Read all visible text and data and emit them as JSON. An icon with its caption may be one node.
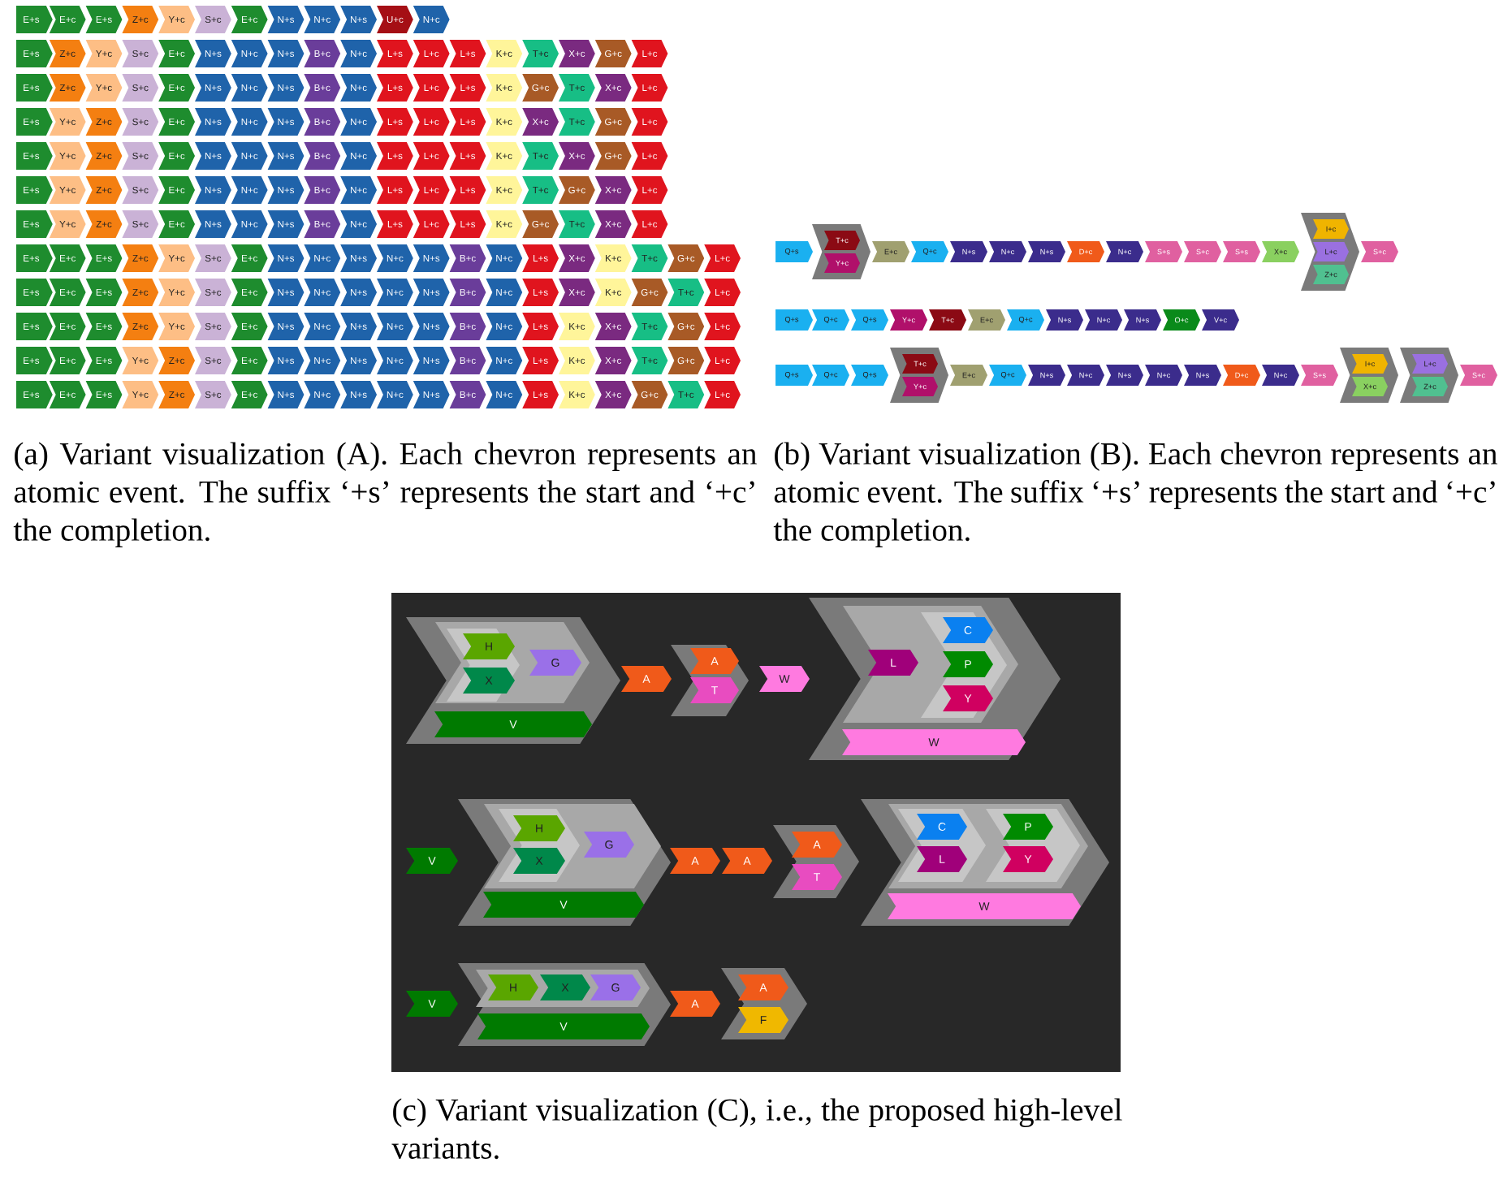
{
  "diagram": {
    "nodes": [
      {
        "text": [
          "E+s"
        ]
      },
      {
        "text": [
          "E+c"
        ]
      },
      {
        "text": [
          "E+s"
        ]
      },
      {
        "text": [
          "Z+c"
        ]
      },
      {
        "text": [
          "Y+c"
        ]
      },
      {
        "text": [
          "S+c"
        ]
      },
      {
        "text": [
          "E+c"
        ]
      },
      {
        "text": [
          "N+s"
        ]
      },
      {
        "text": [
          "N+c"
        ]
      },
      {
        "text": [
          "N+s"
        ]
      },
      {
        "text": [
          "U+c"
        ]
      },
      {
        "text": [
          "N+c"
        ]
      },
      {
        "text": [
          "E+s"
        ]
      },
      {
        "text": [
          "Z+c"
        ]
      },
      {
        "text": [
          "Y+c"
        ]
      },
      {
        "text": [
          "S+c"
        ]
      },
      {
        "text": [
          "E+c"
        ]
      },
      {
        "text": [
          "N+s"
        ]
      },
      {
        "text": [
          "N+c"
        ]
      },
      {
        "text": [
          "N+s"
        ]
      },
      {
        "text": [
          "B+c"
        ]
      },
      {
        "text": [
          "N+c"
        ]
      },
      {
        "text": [
          "L+s"
        ]
      },
      {
        "text": [
          "L+c"
        ]
      },
      {
        "text": [
          "L+s"
        ]
      },
      {
        "text": [
          "K+c"
        ]
      },
      {
        "text": [
          "T+c"
        ]
      },
      {
        "text": [
          "X+c"
        ]
      },
      {
        "text": [
          "G+c"
        ]
      },
      {
        "text": [
          "L+c"
        ]
      },
      {
        "text": [
          "E+s"
        ]
      },
      {
        "text": [
          "Z+c"
        ]
      },
      {
        "text": [
          "Y+c"
        ]
      },
      {
        "text": [
          "S+c"
        ]
      },
      {
        "text": [
          "E+c"
        ]
      },
      {
        "text": [
          "N+s"
        ]
      },
      {
        "text": [
          "N+c"
        ]
      },
      {
        "text": [
          "N+s"
        ]
      },
      {
        "text": [
          "B+c"
        ]
      },
      {
        "text": [
          "N+c"
        ]
      },
      {
        "text": [
          "L+s"
        ]
      },
      {
        "text": [
          "L+c"
        ]
      },
      {
        "text": [
          "L+s"
        ]
      },
      {
        "text": [
          "K+c"
        ]
      },
      {
        "text": [
          "G+c"
        ]
      },
      {
        "text": [
          "T+c"
        ]
      },
      {
        "text": [
          "X+c"
        ]
      },
      {
        "text": [
          "L+c"
        ]
      },
      {
        "text": [
          "E+s"
        ]
      },
      {
        "text": [
          "Y+c"
        ]
      },
      {
        "text": [
          "Z+c"
        ]
      },
      {
        "text": [
          "S+c"
        ]
      },
      {
        "text": [
          "E+c"
        ]
      },
      {
        "text": [
          "N+s"
        ]
      },
      {
        "text": [
          "N+c"
        ]
      },
      {
        "text": [
          "N+s"
        ]
      },
      {
        "text": [
          "B+c"
        ]
      },
      {
        "text": [
          "N+c"
        ]
      },
      {
        "text": [
          "L+s"
        ]
      },
      {
        "text": [
          "L+c"
        ]
      },
      {
        "text": [
          "L+s"
        ]
      },
      {
        "text": [
          "K+c"
        ]
      },
      {
        "text": [
          "X+c"
        ]
      },
      {
        "text": [
          "T+c"
        ]
      },
      {
        "text": [
          "G+c"
        ]
      },
      {
        "text": [
          "L+c"
        ]
      },
      {
        "text": [
          "E+s"
        ]
      },
      {
        "text": [
          "Y+c"
        ]
      },
      {
        "text": [
          "Z+c"
        ]
      },
      {
        "text": [
          "S+c"
        ]
      },
      {
        "text": [
          "E+c"
        ]
      },
      {
        "text": [
          "N+s"
        ]
      },
      {
        "text": [
          "N+c"
        ]
      },
      {
        "text": [
          "N+s"
        ]
      },
      {
        "text": [
          "B+c"
        ]
      },
      {
        "text": [
          "N+c"
        ]
      },
      {
        "text": [
          "L+s"
        ]
      },
      {
        "text": [
          "L+c"
        ]
      },
      {
        "text": [
          "L+s"
        ]
      },
      {
        "text": [
          "K+c"
        ]
      },
      {
        "text": [
          "T+c"
        ]
      },
      {
        "text": [
          "X+c"
        ]
      },
      {
        "text": [
          "G+c"
        ]
      },
      {
        "text": [
          "L+c"
        ]
      },
      {
        "text": [
          "E+s"
        ]
      },
      {
        "text": [
          "Y+c"
        ]
      },
      {
        "text": [
          "Z+c"
        ]
      },
      {
        "text": [
          "S+c"
        ]
      },
      {
        "text": [
          "E+c"
        ]
      },
      {
        "text": [
          "N+s"
        ]
      },
      {
        "text": [
          "N+c"
        ]
      },
      {
        "text": [
          "N+s"
        ]
      },
      {
        "text": [
          "B+c"
        ]
      },
      {
        "text": [
          "N+c"
        ]
      },
      {
        "text": [
          "L+s"
        ]
      },
      {
        "text": [
          "L+c"
        ]
      },
      {
        "text": [
          "L+s"
        ]
      },
      {
        "text": [
          "K+c"
        ]
      },
      {
        "text": [
          "T+c"
        ]
      },
      {
        "text": [
          "G+c"
        ]
      },
      {
        "text": [
          "X+c"
        ]
      },
      {
        "text": [
          "L+c"
        ]
      },
      {
        "text": [
          "E+s"
        ]
      },
      {
        "text": [
          "Y+c"
        ]
      },
      {
        "text": [
          "Z+c"
        ]
      },
      {
        "text": [
          "S+c"
        ]
      },
      {
        "text": [
          "E+c"
        ]
      },
      {
        "text": [
          "N+s"
        ]
      },
      {
        "text": [
          "N+c"
        ]
      },
      {
        "text": [
          "N+s"
        ]
      },
      {
        "text": [
          "B+c"
        ]
      },
      {
        "text": [
          "N+c"
        ]
      },
      {
        "text": [
          "L+s"
        ]
      },
      {
        "text": [
          "L+c"
        ]
      },
      {
        "text": [
          "L+s"
        ]
      },
      {
        "text": [
          "K+c"
        ]
      },
      {
        "text": [
          "G+c"
        ]
      },
      {
        "text": [
          "T+c"
        ]
      },
      {
        "text": [
          "X+c"
        ]
      },
      {
        "text": [
          "L+c"
        ]
      },
      {
        "text": [
          "E+s"
        ]
      },
      {
        "text": [
          "E+c"
        ]
      },
      {
        "text": [
          "E+s"
        ]
      },
      {
        "text": [
          "Z+c"
        ]
      },
      {
        "text": [
          "Y+c"
        ]
      },
      {
        "text": [
          "S+c"
        ]
      },
      {
        "text": [
          "E+c"
        ]
      },
      {
        "text": [
          "N+s"
        ]
      },
      {
        "text": [
          "N+c"
        ]
      },
      {
        "text": [
          "N+s"
        ]
      },
      {
        "text": [
          "N+c"
        ]
      },
      {
        "text": [
          "N+s"
        ]
      },
      {
        "text": [
          "B+c"
        ]
      },
      {
        "text": [
          "N+c"
        ]
      },
      {
        "text": [
          "L+s"
        ]
      },
      {
        "text": [
          "X+c"
        ]
      },
      {
        "text": [
          "K+c"
        ]
      },
      {
        "text": [
          "T+c"
        ]
      },
      {
        "text": [
          "G+c"
        ]
      },
      {
        "text": [
          "L+c"
        ]
      },
      {
        "text": [
          "E+s"
        ]
      },
      {
        "text": [
          "E+c"
        ]
      },
      {
        "text": [
          "E+s"
        ]
      },
      {
        "text": [
          "Z+c"
        ]
      },
      {
        "text": [
          "Y+c"
        ]
      },
      {
        "text": [
          "S+c"
        ]
      },
      {
        "text": [
          "E+c"
        ]
      },
      {
        "text": [
          "N+s"
        ]
      },
      {
        "text": [
          "N+c"
        ]
      },
      {
        "text": [
          "N+s"
        ]
      },
      {
        "text": [
          "N+c"
        ]
      },
      {
        "text": [
          "N+s"
        ]
      },
      {
        "text": [
          "B+c"
        ]
      },
      {
        "text": [
          "N+c"
        ]
      },
      {
        "text": [
          "L+s"
        ]
      },
      {
        "text": [
          "X+c"
        ]
      },
      {
        "text": [
          "K+c"
        ]
      },
      {
        "text": [
          "G+c"
        ]
      },
      {
        "text": [
          "T+c"
        ]
      },
      {
        "text": [
          "L+c"
        ]
      },
      {
        "text": [
          "E+s"
        ]
      },
      {
        "text": [
          "E+c"
        ]
      },
      {
        "text": [
          "E+s"
        ]
      },
      {
        "text": [
          "Z+c"
        ]
      },
      {
        "text": [
          "Y+c"
        ]
      },
      {
        "text": [
          "S+c"
        ]
      },
      {
        "text": [
          "E+c"
        ]
      },
      {
        "text": [
          "N+s"
        ]
      },
      {
        "text": [
          "N+c"
        ]
      },
      {
        "text": [
          "N+s"
        ]
      },
      {
        "text": [
          "N+c"
        ]
      },
      {
        "text": [
          "N+s"
        ]
      },
      {
        "text": [
          "B+c"
        ]
      },
      {
        "text": [
          "N+c"
        ]
      },
      {
        "text": [
          "L+s"
        ]
      },
      {
        "text": [
          "K+c"
        ]
      },
      {
        "text": [
          "X+c"
        ]
      },
      {
        "text": [
          "T+c"
        ]
      },
      {
        "text": [
          "G+c"
        ]
      },
      {
        "text": [
          "L+c"
        ]
      },
      {
        "text": [
          "E+s"
        ]
      },
      {
        "text": [
          "E+c"
        ]
      },
      {
        "text": [
          "E+s"
        ]
      },
      {
        "text": [
          "Y+c"
        ]
      },
      {
        "text": [
          "Z+c"
        ]
      },
      {
        "text": [
          "S+c"
        ]
      },
      {
        "text": [
          "E+c"
        ]
      },
      {
        "text": [
          "N+s"
        ]
      },
      {
        "text": [
          "N+c"
        ]
      },
      {
        "text": [
          "N+s"
        ]
      },
      {
        "text": [
          "N+c"
        ]
      },
      {
        "text": [
          "N+s"
        ]
      },
      {
        "text": [
          "B+c"
        ]
      },
      {
        "text": [
          "N+c"
        ]
      },
      {
        "text": [
          "L+s"
        ]
      },
      {
        "text": [
          "K+c"
        ]
      },
      {
        "text": [
          "X+c"
        ]
      },
      {
        "text": [
          "T+c"
        ]
      },
      {
        "text": [
          "G+c"
        ]
      },
      {
        "text": [
          "L+c"
        ]
      },
      {
        "text": [
          "E+s"
        ]
      },
      {
        "text": [
          "E+c"
        ]
      },
      {
        "text": [
          "E+s"
        ]
      },
      {
        "text": [
          "Y+c"
        ]
      },
      {
        "text": [
          "Z+c"
        ]
      },
      {
        "text": [
          "S+c"
        ]
      },
      {
        "text": [
          "E+c"
        ]
      },
      {
        "text": [
          "N+s"
        ]
      },
      {
        "text": [
          "N+c"
        ]
      },
      {
        "text": [
          "N+s"
        ]
      },
      {
        "text": [
          "N+c"
        ]
      },
      {
        "text": [
          "N+s"
        ]
      },
      {
        "text": [
          "B+c"
        ]
      },
      {
        "text": [
          "N+c"
        ]
      },
      {
        "text": [
          "L+s"
        ]
      },
      {
        "text": [
          "K+c"
        ]
      },
      {
        "text": [
          "X+c"
        ]
      },
      {
        "text": [
          "G+c"
        ]
      },
      {
        "text": [
          "T+c"
        ]
      },
      {
        "text": [
          "L+c"
        ]
      },
      {
        "text": [
          "Q+s"
        ]
      },
      {
        "text": [],
        "shape": "chevron"
      },
      {
        "text": [
          "T+c"
        ],
        "in": 221
      },
      {
        "text": [
          "Y+c"
        ],
        "in": 221
      },
      {
        "text": [
          "E+c"
        ]
      },
      {
        "text": [
          "Q+c"
        ]
      },
      {
        "text": [
          "N+s"
        ]
      },
      {
        "text": [
          "N+c"
        ]
      },
      {
        "text": [
          "N+s"
        ]
      },
      {
        "text": [
          "D+c"
        ]
      },
      {
        "text": [
          "N+c"
        ]
      },
      {
        "text": [
          "S+s"
        ]
      },
      {
        "text": [
          "S+c"
        ]
      },
      {
        "text": [
          "S+s"
        ]
      },
      {
        "text": [
          "X+c"
        ]
      },
      {
        "text": [],
        "shape": "chevron"
      },
      {
        "text": [
          "I+c"
        ],
        "in": 235
      },
      {
        "text": [
          "L+c"
        ],
        "in": 235
      },
      {
        "text": [
          "Z+c"
        ],
        "in": 235
      },
      {
        "text": [
          "S+c"
        ]
      },
      {
        "text": [
          "Q+s"
        ]
      },
      {
        "text": [
          "Q+c"
        ]
      },
      {
        "text": [
          "Q+s"
        ]
      },
      {
        "text": [
          "Y+c"
        ]
      },
      {
        "text": [
          "T+c"
        ]
      },
      {
        "text": [
          "E+c"
        ]
      },
      {
        "text": [
          "Q+c"
        ]
      },
      {
        "text": [
          "N+s"
        ]
      },
      {
        "text": [
          "N+c"
        ]
      },
      {
        "text": [
          "N+s"
        ]
      },
      {
        "text": [
          "O+c"
        ]
      },
      {
        "text": [
          "V+c"
        ]
      },
      {
        "text": [
          "Q+s"
        ]
      },
      {
        "text": [
          "Q+c"
        ]
      },
      {
        "text": [
          "Q+s"
        ]
      },
      {
        "text": [],
        "shape": "chevron"
      },
      {
        "text": [
          "T+c"
        ],
        "in": 255
      },
      {
        "text": [
          "Y+c"
        ],
        "in": 255
      },
      {
        "text": [
          "E+c"
        ]
      },
      {
        "text": [
          "Q+c"
        ]
      },
      {
        "text": [
          "N+s"
        ]
      },
      {
        "text": [
          "N+c"
        ]
      },
      {
        "text": [
          "N+s"
        ]
      },
      {
        "text": [
          "N+c"
        ]
      },
      {
        "text": [
          "N+s"
        ]
      },
      {
        "text": [
          "D+c"
        ]
      },
      {
        "text": [
          "N+c"
        ]
      },
      {
        "text": [
          "S+s"
        ]
      },
      {
        "text": [],
        "shape": "chevron"
      },
      {
        "text": [
          "I+c"
        ],
        "in": 268
      },
      {
        "text": [
          "X+c"
        ],
        "in": 268
      },
      {
        "text": [],
        "shape": "chevron"
      },
      {
        "text": [
          "L+c"
        ],
        "in": 271
      },
      {
        "text": [
          "Z+c"
        ],
        "in": 271
      },
      {
        "text": [
          "S+c"
        ]
      },
      {
        "text": [],
        "shape": "chevron"
      },
      {
        "text": [],
        "shape": "chevron",
        "in": 275
      },
      {
        "text": [],
        "shape": "chevron",
        "in": 276
      },
      {
        "text": [
          "H"
        ],
        "in": 277
      },
      {
        "text": [
          "X"
        ],
        "in": 277
      },
      {
        "text": [
          "G"
        ],
        "in": 276
      },
      {
        "text": [
          "V"
        ],
        "in": 275
      },
      {
        "text": [
          "A"
        ]
      },
      {
        "text": [],
        "shape": "chevron"
      },
      {
        "text": [
          "A"
        ],
        "in": 283
      },
      {
        "text": [
          "T"
        ],
        "in": 283
      },
      {
        "text": [
          "W"
        ]
      },
      {
        "text": [],
        "shape": "chevron"
      },
      {
        "text": [],
        "shape": "chevron",
        "in": 287
      },
      {
        "text": [
          "L"
        ],
        "in": 288
      },
      {
        "text": [],
        "shape": "chevron",
        "in": 288
      },
      {
        "text": [
          "C"
        ],
        "in": 290
      },
      {
        "text": [
          "P"
        ],
        "in": 290
      },
      {
        "text": [
          "Y"
        ],
        "in": 290
      },
      {
        "text": [
          "W"
        ],
        "in": 287
      },
      {
        "text": [
          "V"
        ]
      },
      {
        "text": [],
        "shape": "chevron"
      },
      {
        "text": [],
        "shape": "chevron",
        "in": 296
      },
      {
        "text": [],
        "shape": "chevron",
        "in": 297
      },
      {
        "text": [
          "H"
        ],
        "in": 298
      },
      {
        "text": [
          "X"
        ],
        "in": 298
      },
      {
        "text": [
          "G"
        ],
        "in": 297
      },
      {
        "text": [
          "V"
        ],
        "in": 296
      },
      {
        "text": [
          "A"
        ]
      },
      {
        "text": [
          "A"
        ]
      },
      {
        "text": [],
        "shape": "chevron"
      },
      {
        "text": [
          "A"
        ],
        "in": 305
      },
      {
        "text": [
          "T"
        ],
        "in": 305
      },
      {
        "text": [],
        "shape": "chevron"
      },
      {
        "text": [],
        "shape": "chevron",
        "in": 308
      },
      {
        "text": [],
        "shape": "chevron",
        "in": 309
      },
      {
        "text": [
          "C"
        ],
        "in": 310
      },
      {
        "text": [
          "L"
        ],
        "in": 310
      },
      {
        "text": [],
        "shape": "chevron",
        "in": 309
      },
      {
        "text": [
          "P"
        ],
        "in": 313
      },
      {
        "text": [
          "Y"
        ],
        "in": 313
      },
      {
        "text": [
          "W"
        ],
        "in": 308
      },
      {
        "text": [
          "V"
        ]
      },
      {
        "text": [],
        "shape": "chevron"
      },
      {
        "text": [],
        "shape": "chevron",
        "in": 318
      },
      {
        "text": [
          "H"
        ],
        "in": 319
      },
      {
        "text": [
          "X"
        ],
        "in": 319
      },
      {
        "text": [
          "G"
        ],
        "in": 319
      },
      {
        "text": [
          "V"
        ],
        "in": 318
      },
      {
        "text": [
          "A"
        ]
      },
      {
        "text": [],
        "shape": "chevron"
      },
      {
        "text": [
          "A"
        ],
        "in": 325
      },
      {
        "text": [
          "F"
        ],
        "in": 325
      }
    ],
    "labels": [
      "(a) Variant visualization (A). Each chevron represents an atomic event. The suffix ‘+s’ represents the start and ‘+c’ the completion.",
      "(b) Variant visualization (B). Each chevron represents an atomic event. The suffix ‘+s’ represents the start and ‘+c’ the completion.",
      "(c) Variant visualization (C), i.e., the proposed high-level variants."
    ]
  }
}
